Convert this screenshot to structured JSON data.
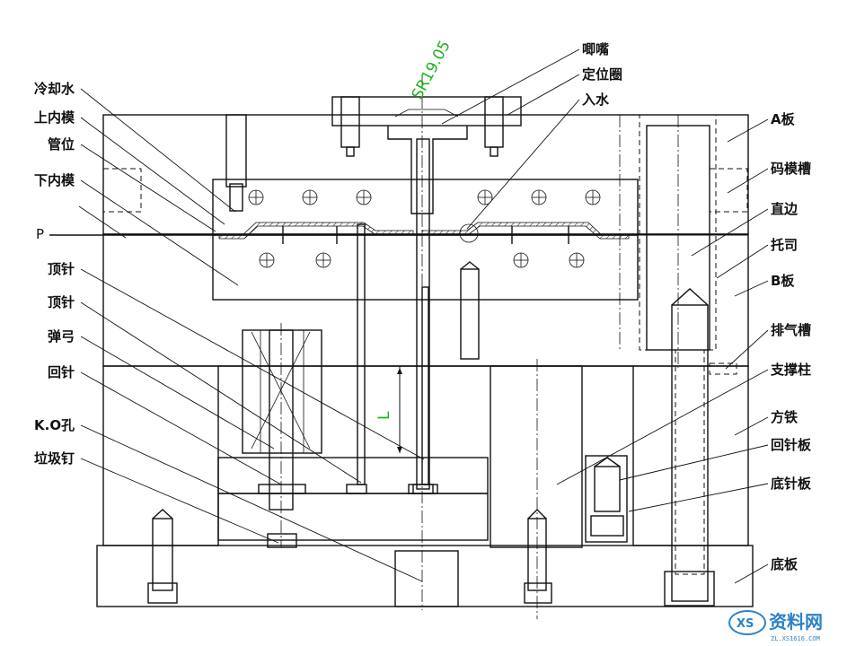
{
  "labels_left": [
    {
      "id": "cooling-water",
      "text": "冷却水"
    },
    {
      "id": "upper-core",
      "text": "上内模"
    },
    {
      "id": "pipe-position",
      "text": "管位"
    },
    {
      "id": "lower-core",
      "text": "下内模"
    },
    {
      "id": "ejector-pin-1",
      "text": "顶针"
    },
    {
      "id": "ejector-pin-2",
      "text": "顶针"
    },
    {
      "id": "spring",
      "text": "弹弓"
    },
    {
      "id": "return-pin",
      "text": "回针"
    },
    {
      "id": "ko-hole",
      "text": "K.O孔"
    },
    {
      "id": "stop-pin",
      "text": "垃圾钉"
    }
  ],
  "labels_right": [
    {
      "id": "sprue-bushing",
      "text": "唧嘴"
    },
    {
      "id": "locating-ring",
      "text": "定位圈"
    },
    {
      "id": "water-inlet",
      "text": "入水"
    },
    {
      "id": "a-plate",
      "text": "A板"
    },
    {
      "id": "clamp-slot",
      "text": "码模槽"
    },
    {
      "id": "guide-pin",
      "text": "直边"
    },
    {
      "id": "guide-bush",
      "text": "托司"
    },
    {
      "id": "b-plate",
      "text": "B板"
    },
    {
      "id": "vent-slot",
      "text": "排气槽"
    },
    {
      "id": "support-pillar",
      "text": "支撑柱"
    },
    {
      "id": "spacer-block",
      "text": "方铁"
    },
    {
      "id": "retainer-plate",
      "text": "回针板"
    },
    {
      "id": "ejector-plate",
      "text": "底针板"
    },
    {
      "id": "clamp-plate",
      "text": "底板"
    }
  ],
  "parting_line_label": "P",
  "dimension_sr": "SR19.05",
  "dimension_l": "L",
  "watermark": {
    "main": "资料网",
    "url": "ZL.XS1616.COM",
    "logo": "XS"
  },
  "colors": {
    "dimension": "#1fb51f",
    "watermark_blue": "#2b83c6",
    "line": "#111111"
  }
}
